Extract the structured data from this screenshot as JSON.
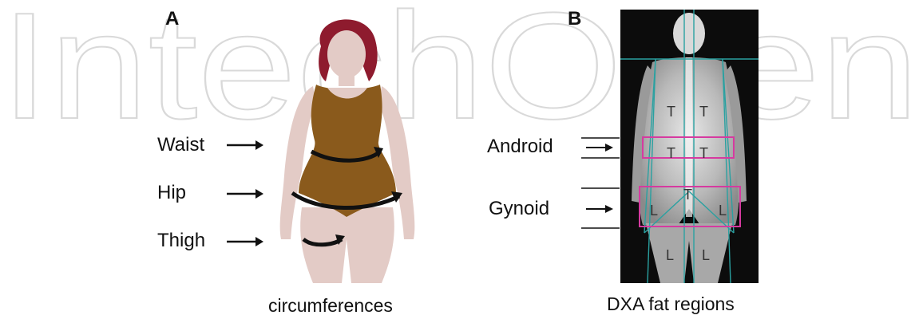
{
  "watermark": {
    "text": "IntechOpen",
    "color": "#d9d9d9"
  },
  "panel_a": {
    "letter": "A",
    "caption": "circumferences",
    "labels": {
      "waist": "Waist",
      "hip": "Hip",
      "thigh": "Thigh"
    }
  },
  "panel_b": {
    "letter": "B",
    "caption": "DXA fat regions",
    "labels": {
      "android": "Android",
      "gynoid": "Gynoid"
    },
    "region_marks": {
      "trunk": "T",
      "leg": "L"
    }
  },
  "colors": {
    "swimsuit": "#8a5a1c",
    "skin": "#e3cbc6",
    "hair": "#8e1b2e",
    "roi_box": "#d63aa0",
    "roi_line": "#2aa1a1"
  }
}
